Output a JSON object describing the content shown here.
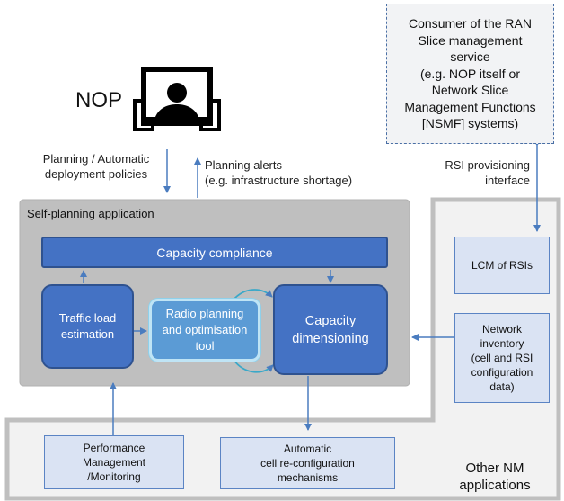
{
  "nop": {
    "label": "NOP",
    "icon": "operator-monitor-icon"
  },
  "consumer": {
    "text": "Consumer of the RAN\nSlice management\nservice\n(e.g. NOP itself or\nNetwork Slice\nManagement Functions\n[NSMF] systems)"
  },
  "labels": {
    "planning_policies": "Planning / Automatic\ndeployment policies",
    "planning_alerts": "Planning alerts\n(e.g. infrastructure shortage)",
    "rsi_interface": "RSI provisioning\ninterface"
  },
  "self_planning": {
    "title": "Self-planning  application",
    "capacity_compliance": "Capacity compliance",
    "traffic_load": "Traffic load\nestimation",
    "radio_planning": "Radio planning\nand optimisation\ntool",
    "capacity_dimensioning": "Capacity\ndimensioning"
  },
  "other_nm": {
    "title": "Other NM\napplications",
    "lcm": "LCM of RSIs",
    "inventory": "Network\ninventory\n(cell and RSI\nconfiguration\ndata)",
    "performance": "Performance\nManagement\n/Monitoring",
    "auto_reconfig": "Automatic\ncell re-configuration\nmechanisms"
  },
  "colors": {
    "dark_box": "#4472c4",
    "dark_border": "#2f528f",
    "light_box": "#dae3f3",
    "radio_box": "#5b9bd5",
    "container_gray": "#bfbfbf",
    "arrow": "#4a7cbf"
  }
}
